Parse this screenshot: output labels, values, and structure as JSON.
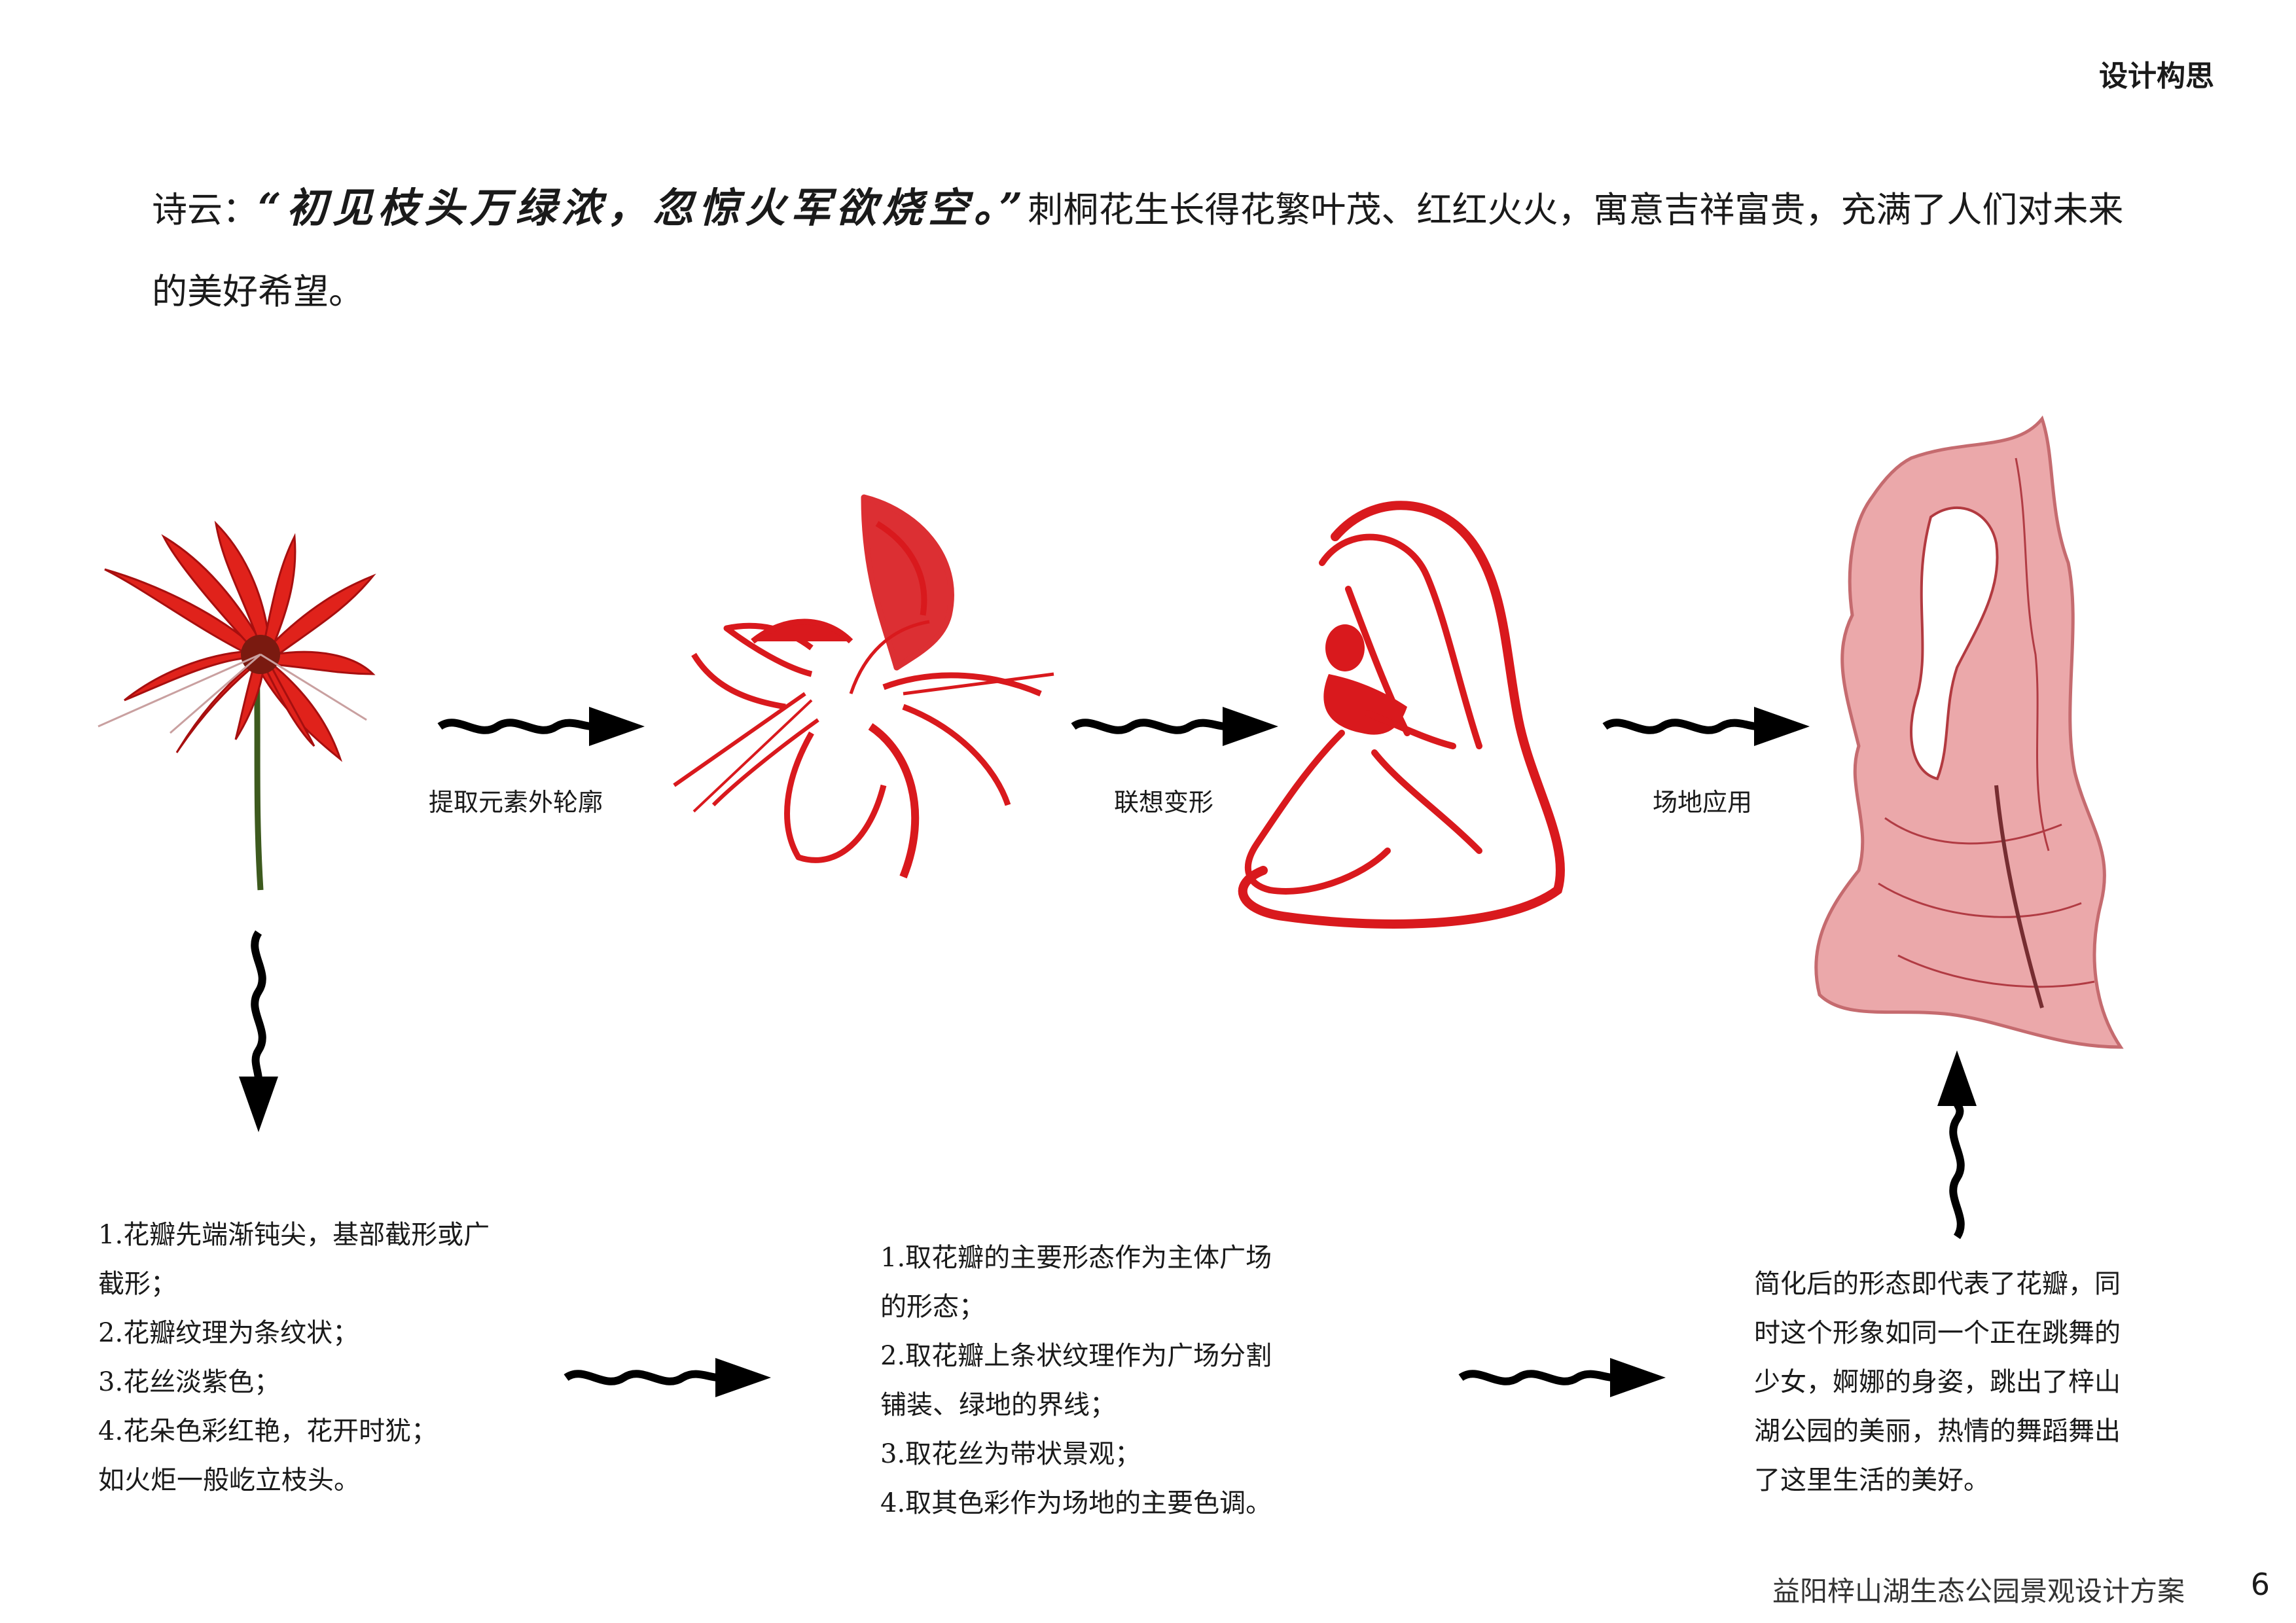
{
  "header": {
    "section_title": "设计构思"
  },
  "intro": {
    "lead": "诗云：",
    "quote": "“初见枝头万绿浓，忽惊火军欲烧空。”",
    "text": "刺桐花生长得花繁叶茂、红红火火，寓意吉祥富贵，充满了人们对未来的美好希望。"
  },
  "flow": {
    "step1_label": "提取元素外轮廓",
    "step2_label": "联想变形",
    "step3_label": "场地应用"
  },
  "notes": {
    "flower_features": [
      "1.花瓣先端渐钝尖，基部截形或广",
      "截形；",
      "2.花瓣纹理为条纹状；",
      "3.花丝淡紫色；",
      "4.花朵色彩红艳，花开时犹；",
      "如火炬一般屹立枝头。"
    ],
    "design_extraction": [
      "1.取花瓣的主要形态作为主体广场",
      "的形态；",
      "2.取花瓣上条状纹理作为广场分割",
      "铺装、绿地的界线；",
      "3.取花丝为带状景观；",
      "4.取其色彩作为场地的主要色调。"
    ],
    "meaning": [
      "简化后的形态即代表了花瓣，同",
      "时这个形象如同一个正在跳舞的",
      "少女，婀娜的身姿，跳出了梓山",
      "湖公园的美丽，热情的舞蹈舞出",
      "了这里生活的美好。"
    ]
  },
  "footer": {
    "project_title": "益阳梓山湖生态公园景观设计方案",
    "page_number": "6"
  },
  "colors": {
    "accent_red": "#d9191d",
    "arrow": "#000000",
    "site_pink": "#e58b8e"
  }
}
